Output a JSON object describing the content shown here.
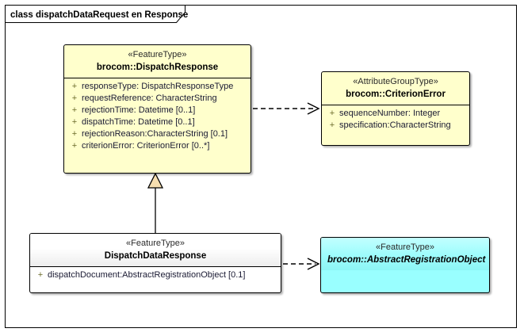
{
  "diagram": {
    "frame_title": "class dispatchDataRequest en Response",
    "type": "uml-class-diagram",
    "colors": {
      "feature_type_fill": "#FFFFCC",
      "abstract_fill": "#99FFFF",
      "plain_fill": "#FFFFFF",
      "border": "#000000",
      "visibility_marker": "#6B6B2A",
      "attribute_text": "#1A1A33"
    }
  },
  "classes": [
    {
      "id": "dispatch-response",
      "stereotype": "«FeatureType»",
      "name": "brocom::DispatchResponse",
      "abstract": false,
      "skin": "yellow",
      "attributes": [
        {
          "visibility": "+",
          "text": "responseType: DispatchResponseType"
        },
        {
          "visibility": "+",
          "text": "requestReference: CharacterString"
        },
        {
          "visibility": "+",
          "text": "rejectionTime: Datetime [0..1]"
        },
        {
          "visibility": "+",
          "text": "dispatchTime: Datetime [0..1]"
        },
        {
          "visibility": "+",
          "text": "rejectionReason:CharacterString [0.1]"
        },
        {
          "visibility": "+",
          "text": "criterionError: CriterionError [0..*]"
        }
      ]
    },
    {
      "id": "criterion-error",
      "stereotype": "«AttributeGroupType»",
      "name": "brocom::CriterionError",
      "abstract": false,
      "skin": "yellow",
      "attributes": [
        {
          "visibility": "+",
          "text": "sequenceNumber: Integer"
        },
        {
          "visibility": "+",
          "text": "specification:CharacterString"
        }
      ]
    },
    {
      "id": "dispatch-data-response",
      "stereotype": "«FeatureType»",
      "name": "DispatchDataResponse",
      "abstract": false,
      "skin": "white",
      "attributes": [
        {
          "visibility": "+",
          "text": "dispatchDocument:AbstractRegistrationObject [0.1]"
        }
      ]
    },
    {
      "id": "abstract-registration-object",
      "stereotype": "«FeatureType»",
      "name": "brocom::AbstractRegistrationObject",
      "abstract": true,
      "skin": "cyan",
      "attributes": []
    }
  ],
  "connectors": [
    {
      "id": "dependency-dispatch-response-to-criterion-error",
      "kind": "dependency",
      "style": "dashed-open-arrow",
      "source": "dispatch-response",
      "target": "criterion-error"
    },
    {
      "id": "generalization-dispatch-data-response-to-dispatch-response",
      "kind": "generalization",
      "style": "solid-hollow-triangle",
      "source": "dispatch-data-response",
      "target": "dispatch-response"
    },
    {
      "id": "dependency-dispatch-data-response-to-abstract-registration-object",
      "kind": "dependency",
      "style": "dashed-open-arrow",
      "source": "dispatch-data-response",
      "target": "abstract-registration-object"
    }
  ]
}
